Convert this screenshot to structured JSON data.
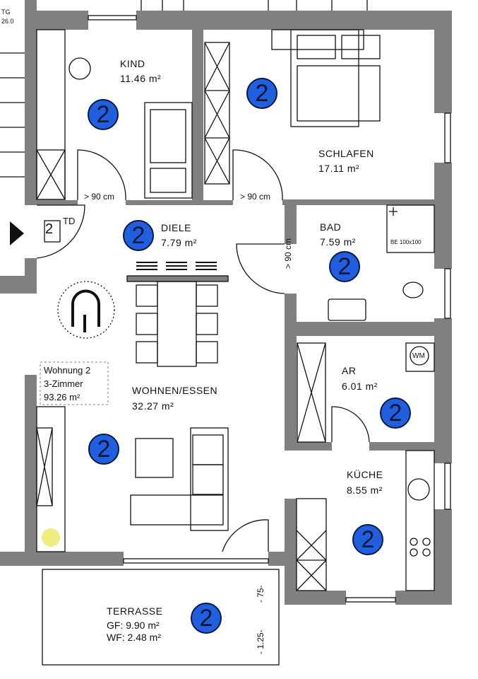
{
  "apartment": {
    "name": "Wohnung 2",
    "type": "3-Zimmer",
    "area": "93.26 m²"
  },
  "rooms": {
    "kind": {
      "name": "KIND",
      "area": "11.46 m²",
      "badge": "2"
    },
    "schlafen": {
      "name": "SCHLAFEN",
      "area": "17.11 m²",
      "badge": "2"
    },
    "diele": {
      "name": "DIELE",
      "area": "7.79 m²",
      "badge": "2"
    },
    "bad": {
      "name": "BAD",
      "area": "7.59 m²",
      "badge": "2"
    },
    "ar": {
      "name": "AR",
      "area": "6.01 m²",
      "badge": "2"
    },
    "wohnen": {
      "name": "WOHNEN/ESSEN",
      "area": "32.27  m²",
      "badge": "2"
    },
    "kueche": {
      "name": "KÜCHE",
      "area": "8.55 m²",
      "badge": "2"
    },
    "terrasse": {
      "name": "TERRASSE",
      "gf": "GF: 9.90 m²",
      "wf": "WF: 2.48 m²",
      "badge": "2"
    }
  },
  "doors": {
    "kind": "> 90 cm",
    "schlafen": "> 90 cm",
    "bad": "> 90 cm"
  },
  "entrance": {
    "number": "2",
    "suffix": "TD"
  },
  "shower": "BE 100x100",
  "washer": "WM",
  "stair_note": {
    "line1": "TG",
    "line2": "26.0"
  },
  "dimensions": {
    "d1": "- 75-",
    "d2": "- 1.25-"
  },
  "colors": {
    "wall": "#808080",
    "badge": "#1f5fe0"
  }
}
